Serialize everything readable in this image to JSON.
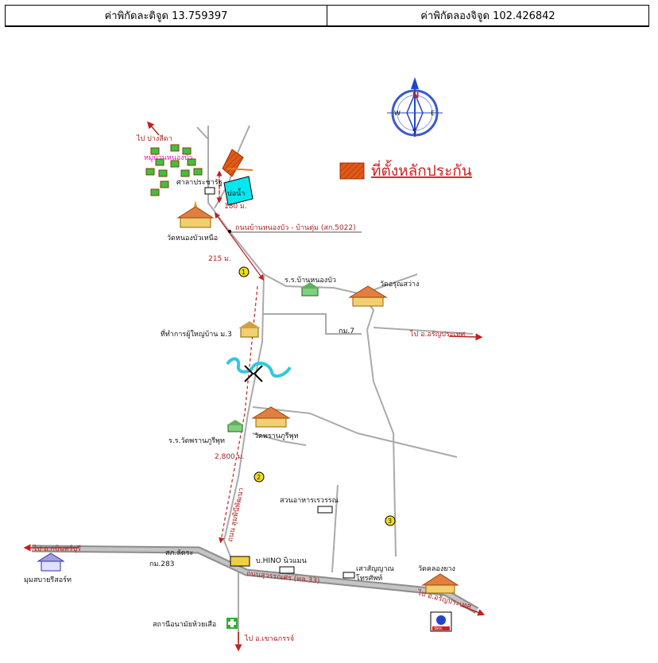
{
  "header": {
    "latitude": "ค่าพิกัดละติจูด 13.759397",
    "longitude": "ค่าพิกัดลองจิจูด 102.426842"
  },
  "compass": {
    "n": "N",
    "s": "S",
    "e": "E",
    "w": "W"
  },
  "legend": {
    "label": "ที่ตั้งหลักประกัน"
  },
  "labels": {
    "to_pang_sida": "ไป ปางสีดา",
    "village": "หมู่บ้านหนองบัว",
    "sala": "ศาลาประชารัฐ",
    "pond": "บ่อน้ำ",
    "dist_180": "180 ม.",
    "road_nongbua": "ถนนบ้านหนองบัว - บ้านตุ่ม (สก.5022)",
    "wat_nongbua_nuea": "วัดหนองบัวเหนือ",
    "dist_215": "215 ม.",
    "km_1": "1",
    "school_nongbua": "ร.ร.บ้านหนองบัว",
    "wat_arun": "วัดอรุณสว่าง",
    "km7": "กม.7",
    "to_aranya_1": "ไป อ.อรัญประเทศ",
    "headman": "ที่ทำการผู้ใหญ่บ้าน ม.3",
    "school_wat": "ร.ร.วัดพรานภูรีพุท",
    "wat_pran": "วัดพรานภูรีพุท",
    "dist_2800": "2,800 ม.",
    "km_2": "2",
    "road_side": "ถนน ลุมพินีพัฒนา",
    "restaurant": "สวนอาหารเรวรรณ",
    "km_3": "3",
    "to_kabin": "ไป อ.กบินทร์บุรี",
    "resort": "มุมสบายรีสอร์ท",
    "police": "สภ.ลัดระ",
    "km283": "กม.283",
    "hino": "บ.HINO นิวแมน",
    "telephone_pole": "เสาสัญญาณ",
    "telephone": "โทรศัพท์",
    "wat_khlong": "วัดคลองยาง",
    "road_suwannason": "ถนนสุวรรณศร (ทล.33)",
    "to_aranya_2": "ไป อ.อรัญประเทศ",
    "health_station": "สถานีอนามัยห้วยเสือ",
    "to_khao_chakan": "ไป อ.เขาฉกรรจ์",
    "ptt": "ปตท."
  },
  "colors": {
    "road": "#aaaaaa",
    "highway": "#9a9a9a",
    "arrow": "#c02020",
    "legend": "#d02020",
    "pond": "#00e8f0",
    "collateral": "#e05a1a",
    "river": "#30c8e0",
    "km_marker": "#f0e020",
    "compass": "#2244cc"
  }
}
